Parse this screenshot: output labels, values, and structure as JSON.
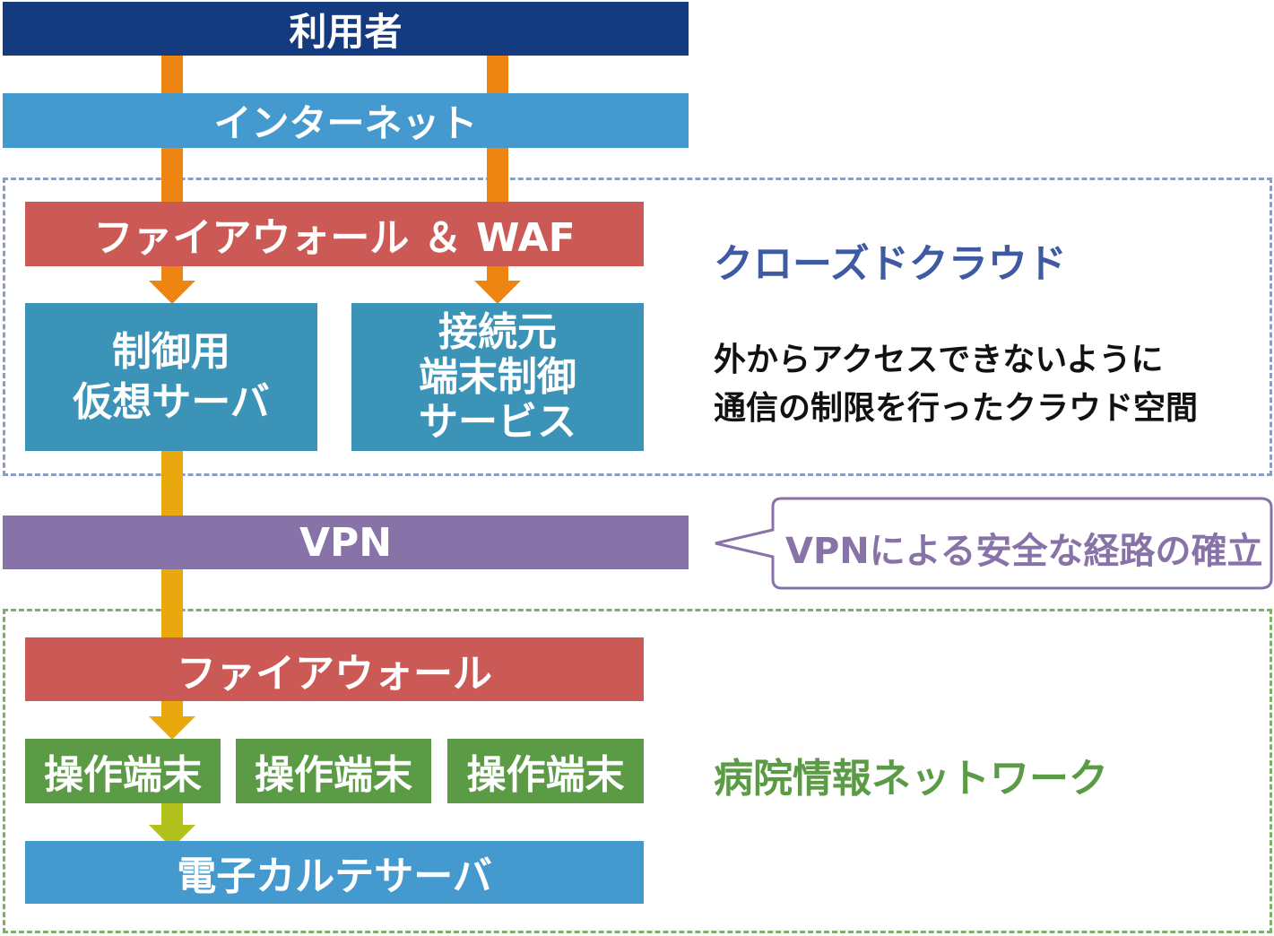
{
  "user": "利用者",
  "internet": "インターネット",
  "closed_cloud": {
    "title": "クローズドクラウド",
    "firewall_waf": "ファイアウォール ＆ WAF",
    "server_left": [
      "制御用",
      "仮想サーバ"
    ],
    "server_right": [
      "接続元",
      "端末制御",
      "サービス"
    ],
    "description": [
      "外からアクセスできないように",
      "通信の制限を行ったクラウド空間"
    ]
  },
  "vpn": {
    "label": "VPN",
    "callout": "VPNによる安全な経路の確立"
  },
  "hospital_network": {
    "title": "病院情報ネットワーク",
    "firewall": "ファイアウォール",
    "terminals": [
      "操作端末",
      "操作端末",
      "操作端末"
    ],
    "emr_server": "電子カルテサーバ"
  },
  "colors": {
    "user_bar": "#143a80",
    "internet_bar": "#4499cf",
    "firewall_bar": "#cb5955",
    "server_box": "#3b93b7",
    "vpn_bar": "#8773a8",
    "terminal_box": "#5b9b45",
    "cloud_border": "#8a9ec0",
    "cloud_title": "#3e5aa3",
    "hospital_border": "#7fae68",
    "hospital_title": "#5b9b45",
    "arrow_orange": "#ee8512",
    "arrow_yellow": "#e9a90c",
    "arrow_lime": "#b3c21a"
  }
}
